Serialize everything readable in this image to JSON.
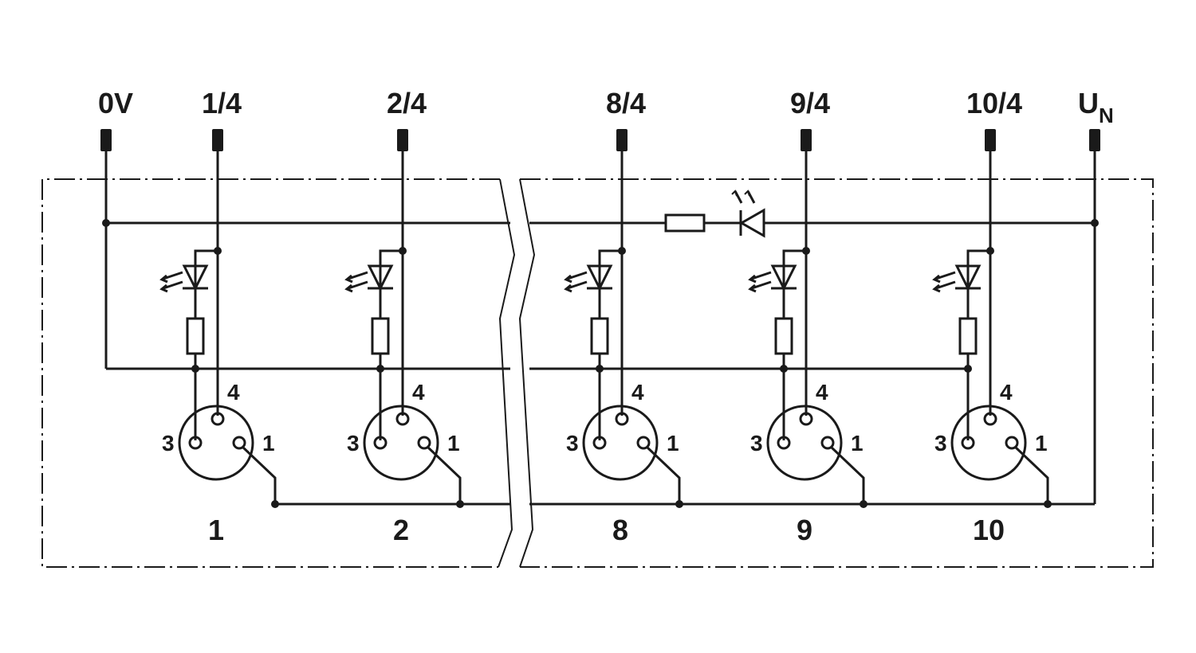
{
  "terminals": {
    "zero_v": "0V",
    "un_main": "U",
    "un_sub": "N"
  },
  "slots": [
    {
      "terminal": "1/4",
      "number": "1"
    },
    {
      "terminal": "2/4",
      "number": "2"
    },
    {
      "terminal": "8/4",
      "number": "8"
    },
    {
      "terminal": "9/4",
      "number": "9"
    },
    {
      "terminal": "10/4",
      "number": "10"
    }
  ],
  "pins": {
    "pin1": "1",
    "pin3": "3",
    "pin4": "4"
  },
  "colors": {
    "line": "#1a1a1a",
    "background": "#ffffff"
  }
}
